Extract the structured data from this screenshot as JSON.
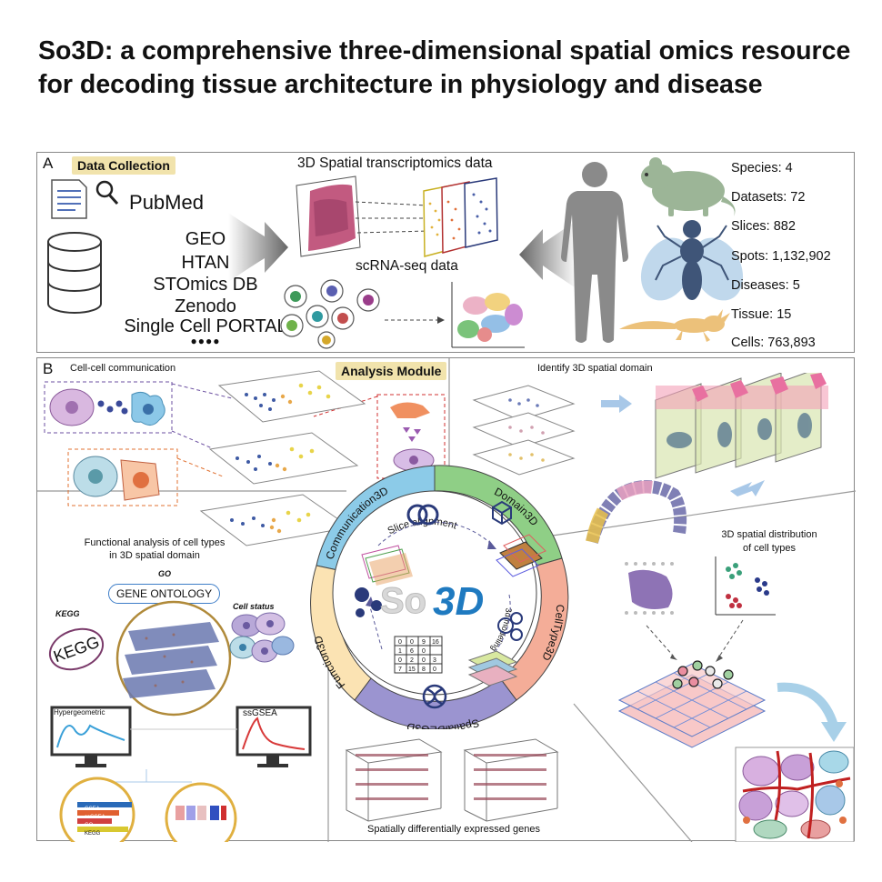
{
  "title": "So3D: a comprehensive three-dimensional spatial omics resource for decoding tissue architecture in physiology and disease",
  "panel_a": {
    "label": "A",
    "badge": "Data Collection",
    "sources": [
      "PubMed",
      "GEO",
      "HTAN",
      "STOmics DB",
      "Zenodo",
      "Single Cell PORTAL",
      "●●●●"
    ],
    "st_label": "3D Spatial transcriptomics data",
    "sc_label": "scRNA-seq data",
    "stats": [
      "Species: 4",
      "Datasets: 72",
      "Slices: 882",
      "Spots: 1,132,902",
      "Diseases: 5",
      "Tissue: 15",
      "Cells: 763,893"
    ]
  },
  "panel_b": {
    "label": "B",
    "badge": "Analysis Module",
    "cell_comm": "Cell-cell communication",
    "identify_domain": "Identify 3D spatial domain",
    "functional_line1": "Functional analysis of cell types",
    "functional_line2": "in 3D spatial domain",
    "go": "GO",
    "gene_ontology": "GENE ONTOLOGY",
    "kegg_small": "KEGG",
    "kegg_big": "KEGG",
    "cell_status": "Cell status",
    "hypergeometric": "Hypergeometric",
    "ssgsea": "ssGSEA",
    "distribution_line1": "3D spatial distribution",
    "distribution_line2": "of cell types",
    "sde_genes": "Spatially differentially expressed genes",
    "ring": {
      "communication": "Communication3D",
      "domain": "Domain3D",
      "celltype": "CellType3D",
      "spatialdeg": "SpatialDEG3D",
      "function": "Function3D"
    },
    "slice_alignment": "Slice alignment",
    "modeling": "3d modeling",
    "logo_so": "So",
    "logo_3d": "3D",
    "matrix": [
      [
        "0",
        "0",
        "9",
        "16"
      ],
      [
        "1",
        "6",
        "0",
        ""
      ],
      [
        "0",
        "2",
        "0",
        "3"
      ],
      [
        "7",
        "15",
        "8",
        "0"
      ]
    ],
    "bar_labels": [
      "GSEA",
      "ssGSEA",
      "GO",
      "KEGG"
    ]
  },
  "colors": {
    "ring_blue": "#8ccbe8",
    "ring_green": "#8fcf86",
    "ring_salmon": "#f4ad98",
    "ring_purple": "#9b94d0",
    "ring_cream": "#fbe3b3",
    "badge": "#f1e3ac"
  }
}
